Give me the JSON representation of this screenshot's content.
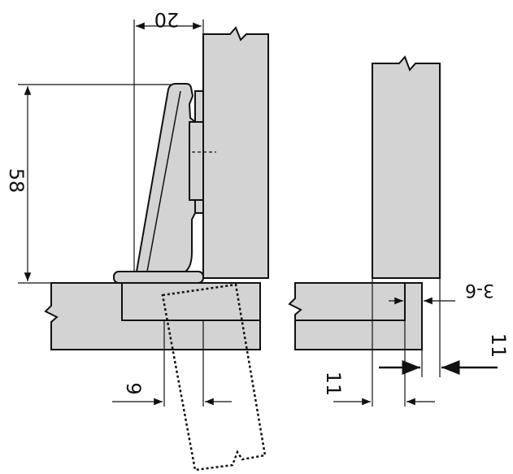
{
  "labels": {
    "width_top": "20",
    "height_left": "58",
    "dim_bottom_left": "9",
    "dim_right_small": "3-6",
    "dim_right_low": "11",
    "dim_right_far": "11"
  },
  "colors": {
    "panel_fill": "#d3d3d3",
    "line": "#111111",
    "background": "#ffffff"
  }
}
